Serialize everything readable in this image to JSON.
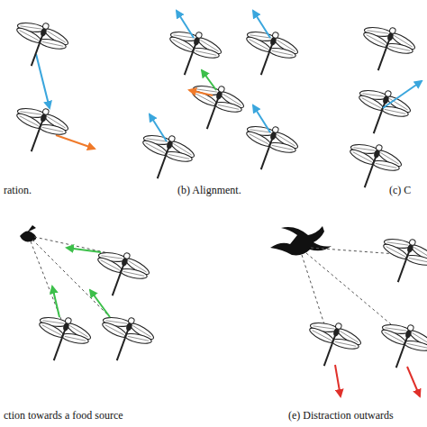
{
  "diagram": {
    "labels": [
      "ration.",
      "(b) Alignment.",
      "(c) C",
      "ction towards a food source",
      "(e) Distraction outwards"
    ]
  }
}
